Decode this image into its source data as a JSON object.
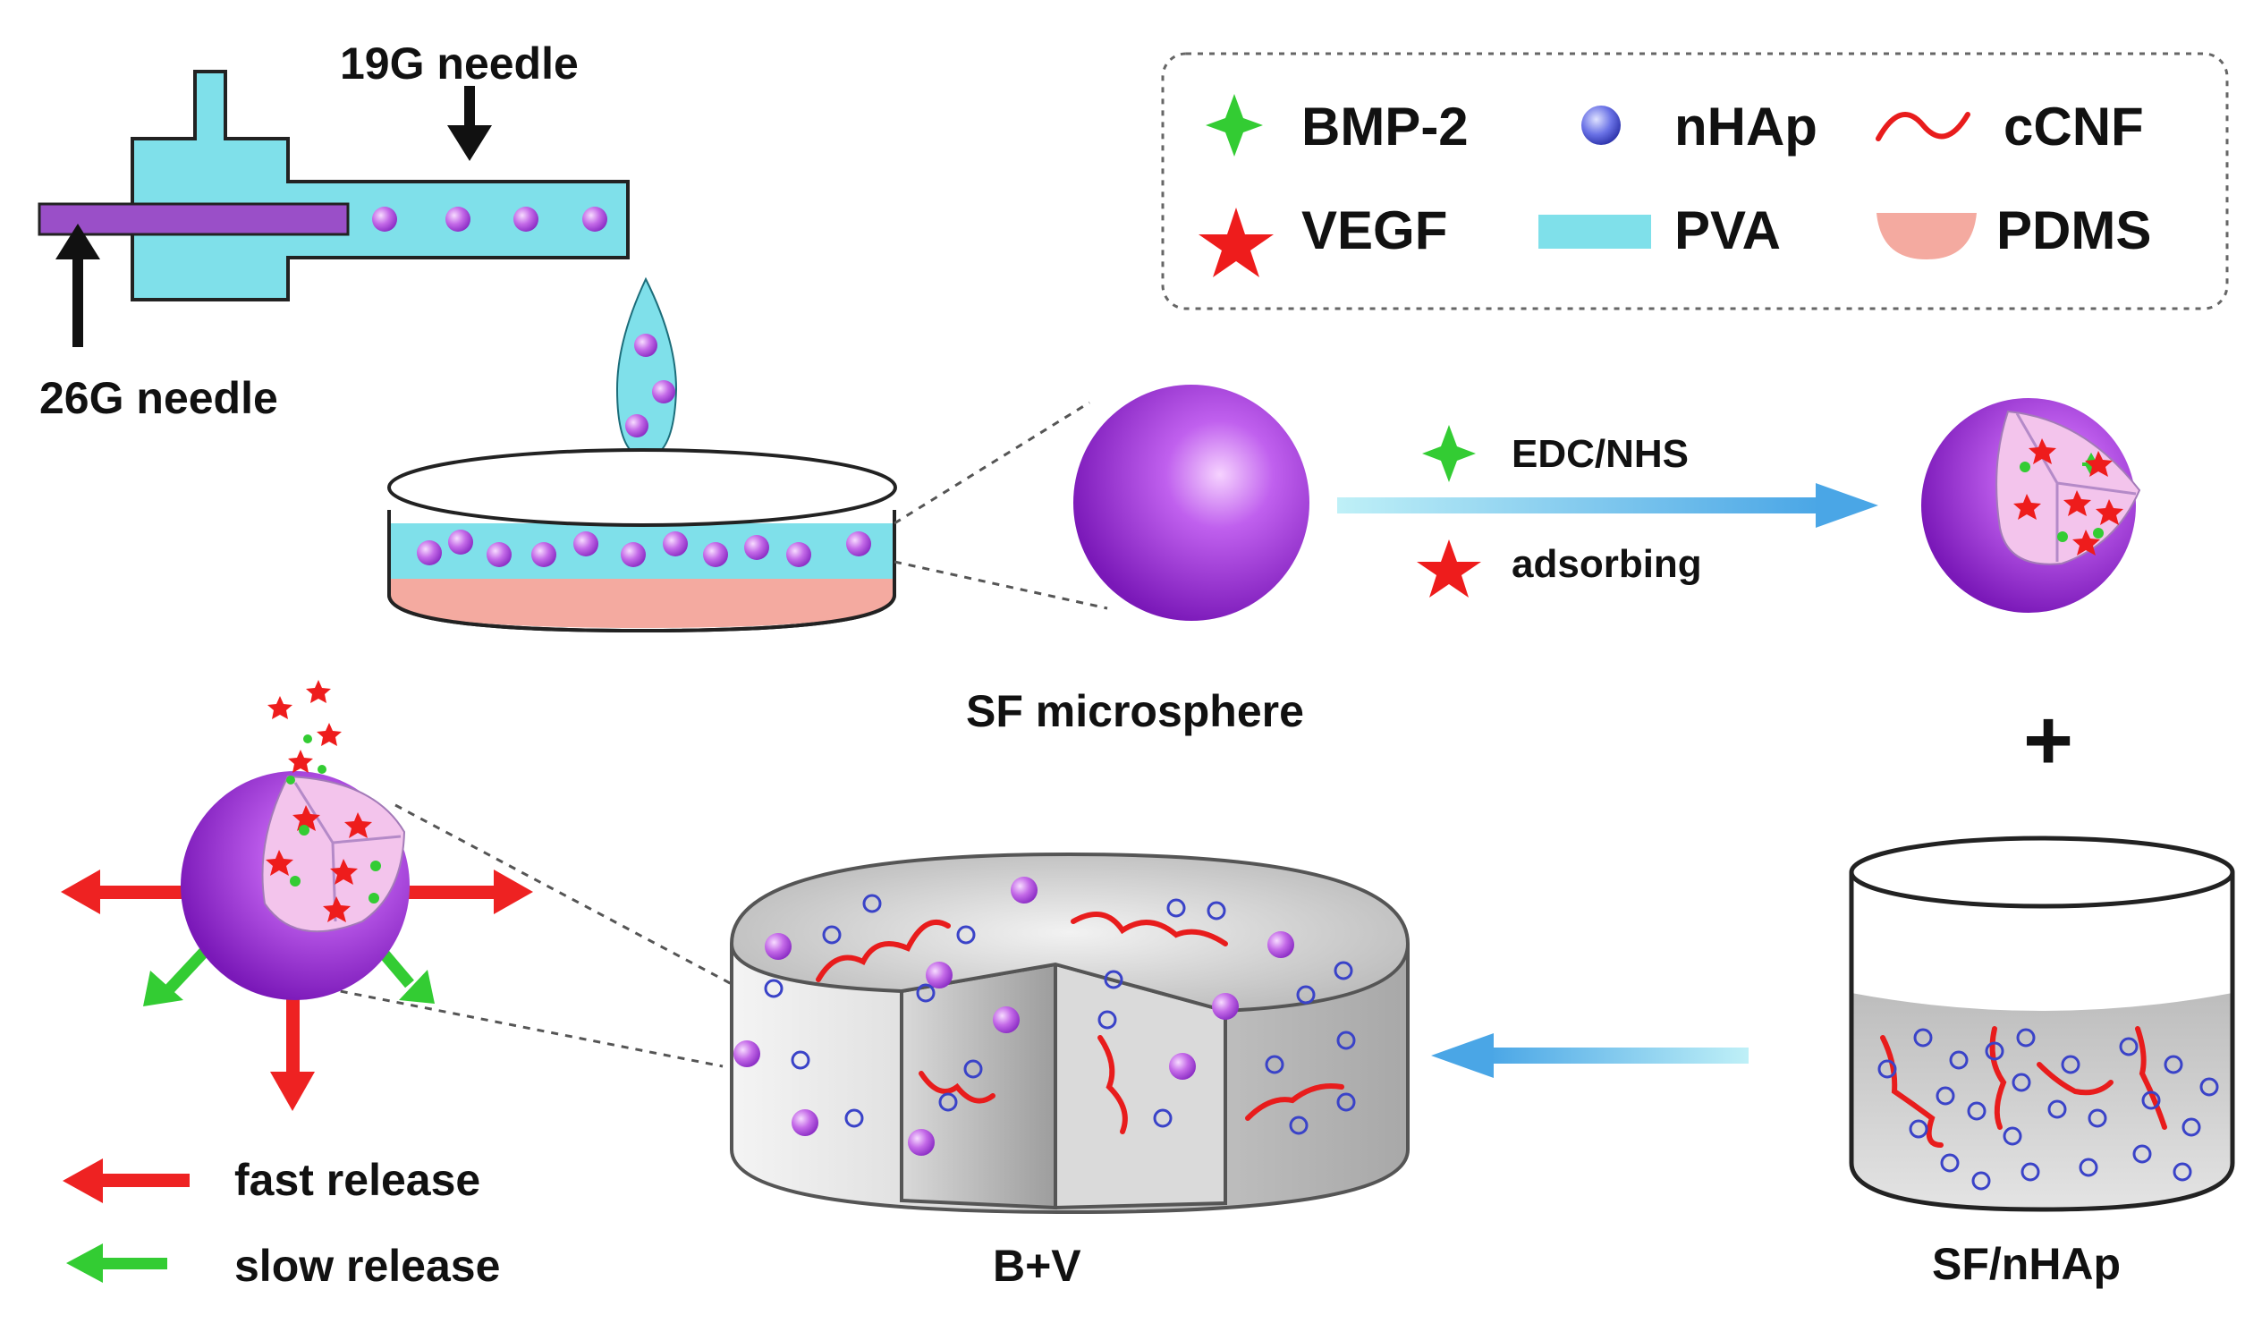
{
  "colors": {
    "pva": "#7fe0ea",
    "pva_stroke": "#222222",
    "pdms": "#f4aaa0",
    "sphere": "#9c30d8",
    "sphere_light": "#f0c6ff",
    "inner": "#f3c4ec",
    "bmp2": "#33cc33",
    "vegf": "#ee1c1c",
    "nhap": "#3a43c8",
    "ccnf": "#e81c1c",
    "arrow_fast": "#ee2222",
    "arrow_slow": "#33cc33",
    "arrow_process": "#55b6e6",
    "scaffold": "#c9c9c9",
    "solution": "#bdbdbd"
  },
  "legend": [
    {
      "symbol": "green-star-icon",
      "label": "BMP-2"
    },
    {
      "symbol": "blue-circle-icon",
      "label": "nHAp"
    },
    {
      "symbol": "red-wave-icon",
      "label": "cCNF"
    },
    {
      "symbol": "red-star-icon",
      "label": "VEGF"
    },
    {
      "symbol": "cyan-bar-icon",
      "label": "PVA"
    },
    {
      "symbol": "pink-dish-icon",
      "label": "PDMS"
    }
  ],
  "device": {
    "needle_19g": "19G needle",
    "needle_26g": "26G needle"
  },
  "process": {
    "microsphere_label": "SF microsphere",
    "edc_label": "EDC/NHS",
    "adsorb_label": "adsorbing",
    "plus": "+",
    "solution_label": "SF/nHAp",
    "scaffold_label": "B+V"
  },
  "release_legend": {
    "fast": "fast release",
    "slow": "slow release"
  }
}
